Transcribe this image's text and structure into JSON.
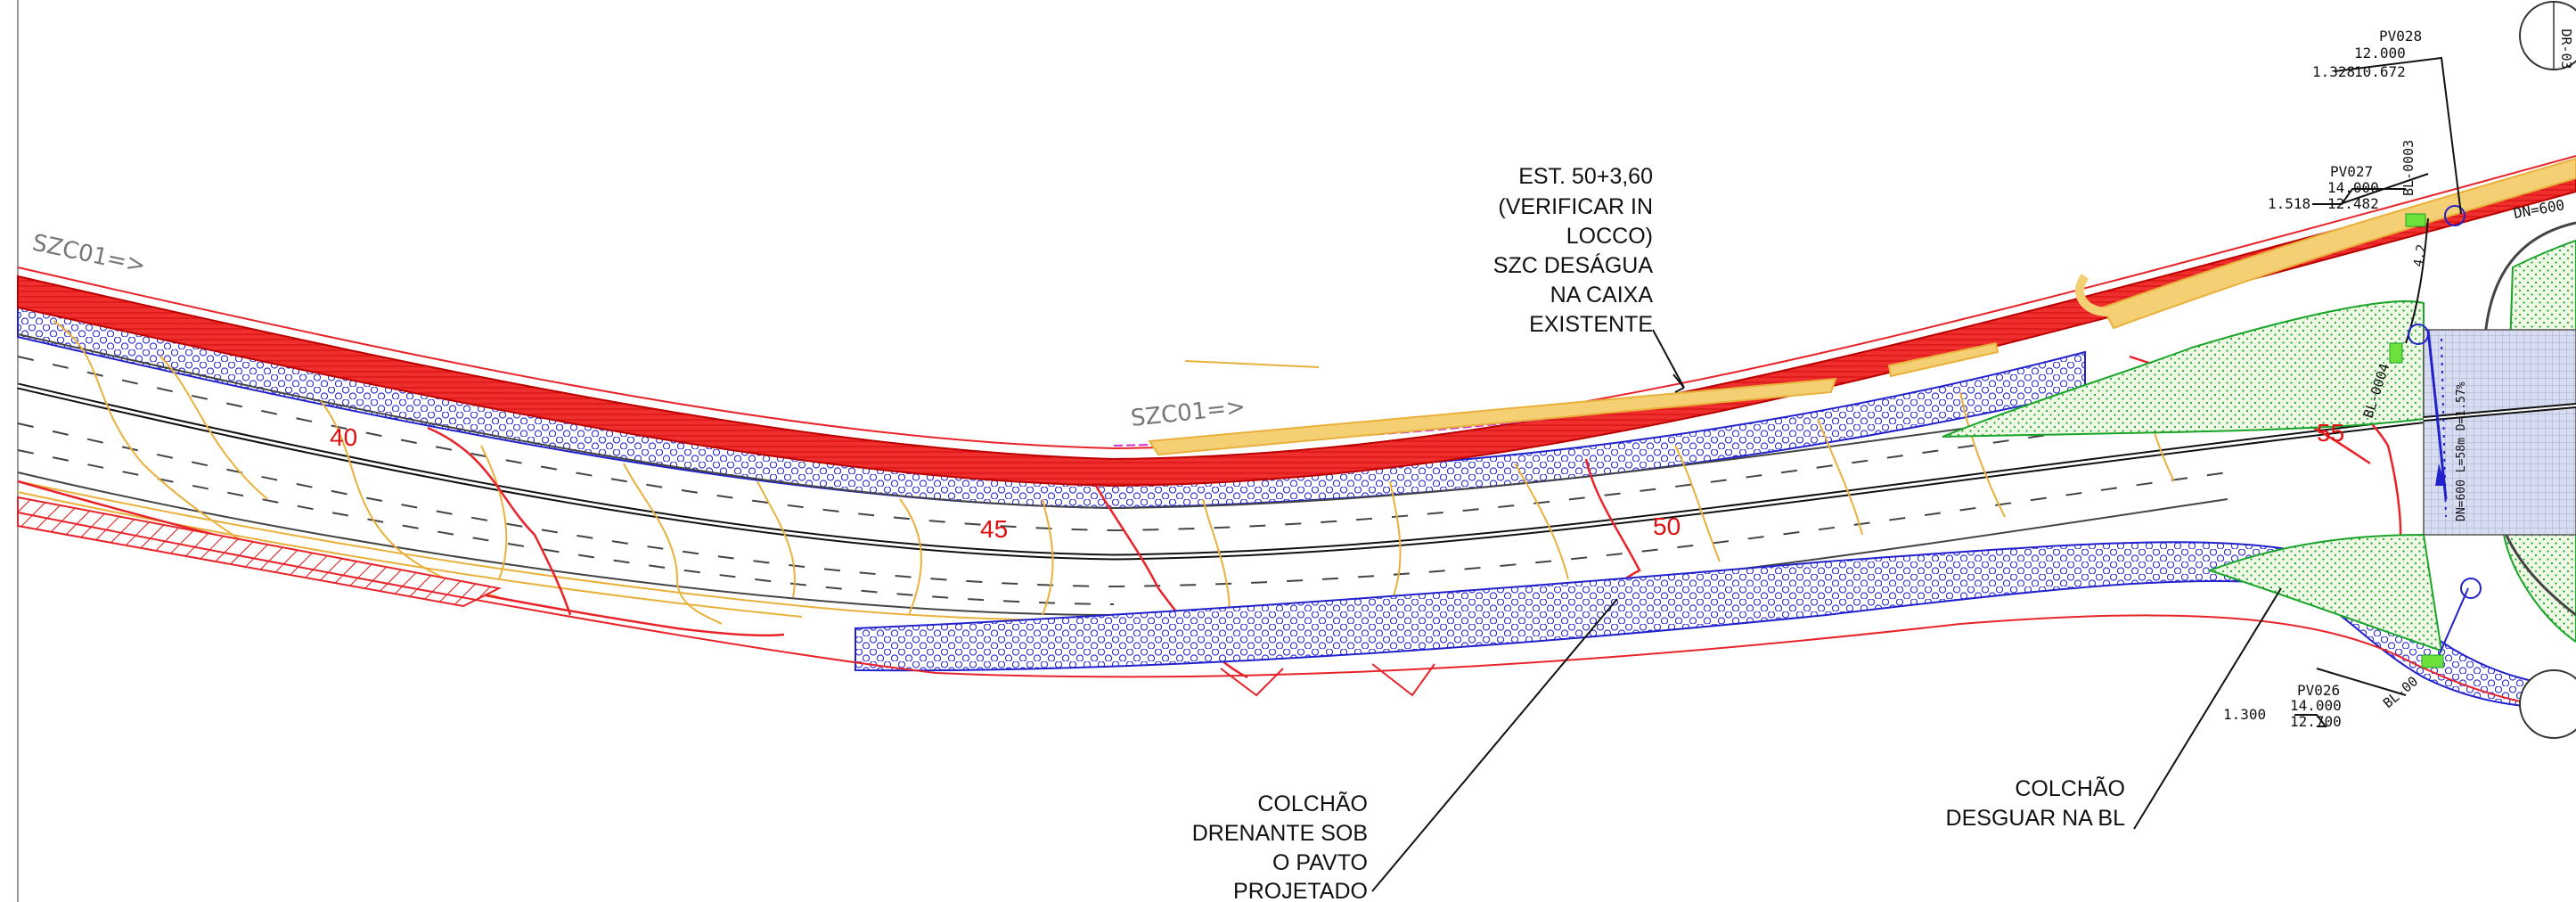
{
  "notes": {
    "est_lines": [
      "EST. 50+3,60",
      "(VERIFICAR IN",
      "LOCCO)",
      "SZC DESÁGUA",
      "NA CAIXA",
      "EXISTENTE"
    ],
    "colchao_drenante_lines": [
      "COLCHÃO",
      "DRENANTE SOB",
      "O PAVTO",
      "PROJETADO"
    ],
    "colchao_bl_lines": [
      "COLCHÃO",
      "DESGUAR NA BL"
    ]
  },
  "stations": [
    "40",
    "45",
    "50",
    "55"
  ],
  "szc_labels": [
    "SZC01=>",
    "SZC01=>"
  ],
  "pv_blocks": [
    {
      "name": "PV028",
      "top": "12.000",
      "bottom": "10.672",
      "depth": "1.328"
    },
    {
      "name": "PV027",
      "top": "14.000",
      "bottom": "12.482",
      "depth": "1.518"
    },
    {
      "name": "PV026",
      "top": "14.000",
      "bottom": "12.700",
      "depth": "1.300"
    }
  ],
  "pipe_labels": {
    "bl0003": "BL-0003",
    "bl0004": "BL-0004",
    "bl0005": "BL-00",
    "dn600": "DN=600",
    "slope": "4.2",
    "dn_vert": "DN=600 L=58m D=1.57%"
  },
  "sheet_ref": "DR-03",
  "colors": {
    "pavement_red": "#e8242a",
    "mattress_blue": "#2222cc",
    "contour_orange": "#e9b13c",
    "grass_green": "#1aa52a",
    "outline": "#111111"
  }
}
